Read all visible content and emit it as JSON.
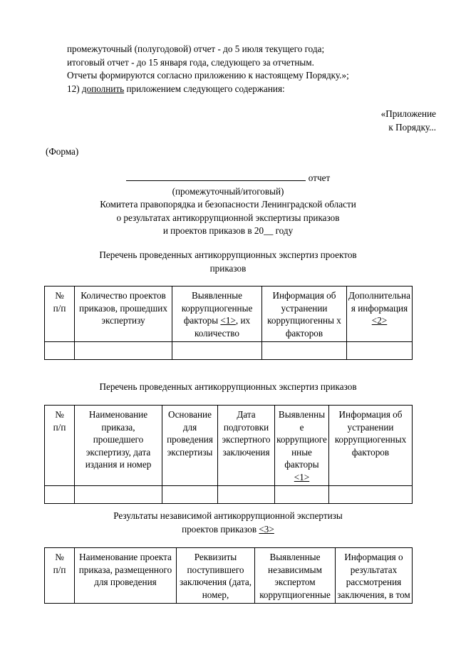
{
  "document": {
    "intro_paragraph": {
      "lines": [
        "промежуточный (полугодовой) отчет - до 5 июля текущего года;",
        "итоговый отчет - до 15 января года, следующего за отчетным.",
        "Отчеты формируются согласно приложению к настоящему Порядку.»;"
      ],
      "numbered_item": {
        "prefix": "12) ",
        "underlined": "дополнить",
        "rest": " приложением следующего содержания:"
      }
    },
    "appendix_heading": {
      "line1": "«Приложение",
      "line2": "к Порядку..."
    },
    "form_label": "(Форма)",
    "title": {
      "fill_suffix": "отчет",
      "subtitle": "(промежуточный/итоговый)",
      "line1": "Комитета правопорядка и безопасности Ленинградской области",
      "line2": "о результатах антикоррупционной экспертизы приказов",
      "line3": "и проектов приказов в 20__ году"
    },
    "section1": {
      "caption_line1": "Перечень проведенных антикоррупционных экспертиз проектов",
      "caption_line2": "приказов",
      "table": {
        "headers": [
          "№ п/п",
          "Количество проектов приказов, прошедших экспертизу",
          "Выявленные коррупциогенные факторы <1>, их количество",
          "Информация об устранении коррупциогенны х факторов",
          "Дополнительная информация <2>"
        ],
        "header_parts": {
          "col1_line1": "№",
          "col1_line2": "п/п",
          "col2": "Количество проектов приказов, прошедших экспертизу",
          "col3_a": "Выявленные коррупциогенные факторы ",
          "col3_ref": "<1>",
          "col3_b": ", их количество",
          "col4": "Информация об устранении коррупциогенны х факторов",
          "col5_a": "Дополнительная информация ",
          "col5_ref": "<2>"
        },
        "empty_row_cells": [
          "",
          "",
          "",
          "",
          ""
        ]
      }
    },
    "section2": {
      "caption_line1": "Перечень проведенных антикоррупционных экспертиз приказов",
      "table": {
        "header_parts": {
          "col1_line1": "№",
          "col1_line2": "п/п",
          "col2": "Наименование приказа, прошедшего экспертизу, дата издания и номер",
          "col3": "Основание для проведения экспертизы",
          "col4": "Дата подготовки экспертного заключения",
          "col5_a": "Выявленные коррупциоге нные факторы ",
          "col5_ref": "<1>",
          "col6": "Информация об устранении коррупциогенных факторов"
        },
        "empty_row_cells": [
          "",
          "",
          "",
          "",
          "",
          ""
        ]
      }
    },
    "section3": {
      "caption_line1": "Результаты независимой антикоррупционной экспертизы",
      "caption_line2_a": "проектов приказов ",
      "caption_line2_ref": "<3>",
      "table": {
        "header_parts": {
          "col1_line1": "№",
          "col1_line2": "п/п",
          "col2": "Наименование проекта приказа, размещенного для проведения",
          "col3": "Реквизиты поступившего заключения (дата, номер,",
          "col4": "Выявленные независимым экспертом коррупциогенные",
          "col5": "Информация о результатах рассмотрения заключения, в том"
        }
      }
    }
  }
}
